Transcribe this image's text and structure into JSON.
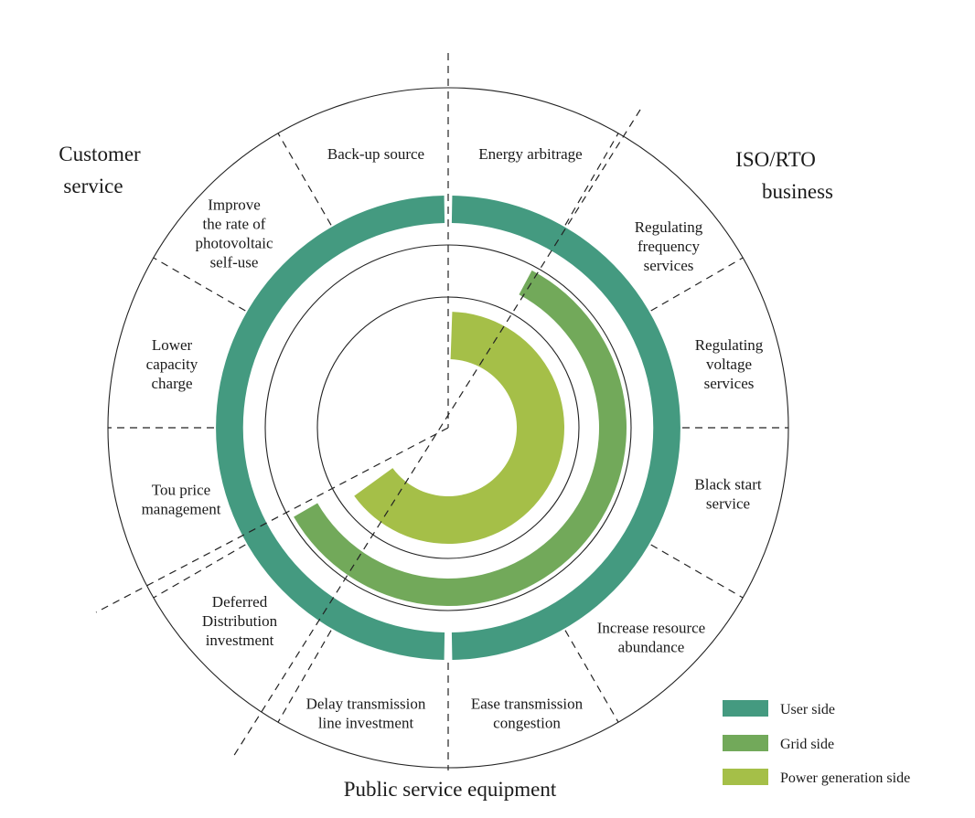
{
  "segments": [
    {
      "key": "backup",
      "lines": [
        "Back-up source"
      ]
    },
    {
      "key": "arbitrage",
      "lines": [
        "Energy arbitrage"
      ]
    },
    {
      "key": "freq",
      "lines": [
        "Regulating",
        "frequency",
        "services"
      ]
    },
    {
      "key": "voltage",
      "lines": [
        "Regulating",
        "voltage",
        "services"
      ]
    },
    {
      "key": "blackstart",
      "lines": [
        "Black start",
        "service"
      ]
    },
    {
      "key": "resource",
      "lines": [
        "Increase resource",
        "abundance"
      ]
    },
    {
      "key": "congestion",
      "lines": [
        "Ease transmission",
        "congestion"
      ]
    },
    {
      "key": "transline",
      "lines": [
        "Delay transmission",
        "line investment"
      ]
    },
    {
      "key": "distribution",
      "lines": [
        "Deferred",
        "Distribution",
        "investment"
      ]
    },
    {
      "key": "tou",
      "lines": [
        "Tou price",
        "management"
      ]
    },
    {
      "key": "capacity",
      "lines": [
        "Lower",
        "capacity",
        "charge"
      ]
    },
    {
      "key": "pv",
      "lines": [
        "Improve",
        "the rate of",
        "photovoltaic",
        "self-use"
      ]
    }
  ],
  "groups": {
    "customer": [
      "Customer",
      "service"
    ],
    "iso": [
      "ISO/RTO",
      "business"
    ],
    "public": [
      "Public service equipment"
    ]
  },
  "legend": [
    {
      "label": "User side",
      "color": "#449a80"
    },
    {
      "label": "Grid side",
      "color": "#72a95a"
    },
    {
      "label": "Power generation side",
      "color": "#a5bf48"
    }
  ],
  "colors": {
    "user": "#449a80",
    "grid": "#72a95a",
    "generation": "#a5bf48"
  }
}
